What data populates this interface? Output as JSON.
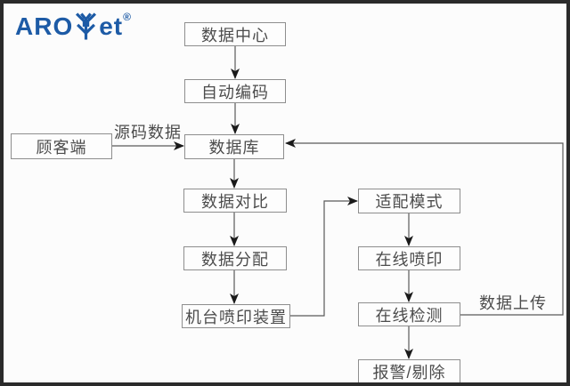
{
  "logo": {
    "text_left": "ARO",
    "text_right": "et",
    "registered": "®",
    "color": "#1d5ba6",
    "icon": "wheat-leaf-icon"
  },
  "flowchart": {
    "nodes": {
      "data_center": {
        "label": "数据中心"
      },
      "auto_encode": {
        "label": "自动编码"
      },
      "customer": {
        "label": "顾客端"
      },
      "database": {
        "label": "数据库"
      },
      "data_compare": {
        "label": "数据对比"
      },
      "data_distribute": {
        "label": "数据分配"
      },
      "machine_print": {
        "label": "机台喷印装置"
      },
      "adapt_mode": {
        "label": "适配模式"
      },
      "online_print": {
        "label": "在线喷印"
      },
      "online_detect": {
        "label": "在线检测"
      },
      "alarm_remove": {
        "label": "报警/剔除"
      }
    },
    "edge_labels": {
      "source_data": "源码数据",
      "data_upload": "数据上传"
    },
    "edges": [
      {
        "from": "数据中心",
        "to": "自动编码"
      },
      {
        "from": "自动编码",
        "to": "数据库"
      },
      {
        "from": "顾客端",
        "to": "数据库",
        "label": "源码数据"
      },
      {
        "from": "数据库",
        "to": "数据对比"
      },
      {
        "from": "数据对比",
        "to": "数据分配"
      },
      {
        "from": "数据分配",
        "to": "机台喷印装置"
      },
      {
        "from": "机台喷印装置",
        "to": "适配模式"
      },
      {
        "from": "适配模式",
        "to": "在线喷印"
      },
      {
        "from": "在线喷印",
        "to": "在线检测"
      },
      {
        "from": "在线检测",
        "to": "报警/剔除"
      },
      {
        "from": "在线检测",
        "to": "数据库",
        "label": "数据上传"
      }
    ],
    "colors": {
      "frame_border": "#2b2b2b",
      "background": "#fcfcfc",
      "box_border": "#8e8e8e",
      "text": "#4c4c4c",
      "line": "#5a5a5a",
      "arrowhead": "#1a1a1a"
    }
  }
}
